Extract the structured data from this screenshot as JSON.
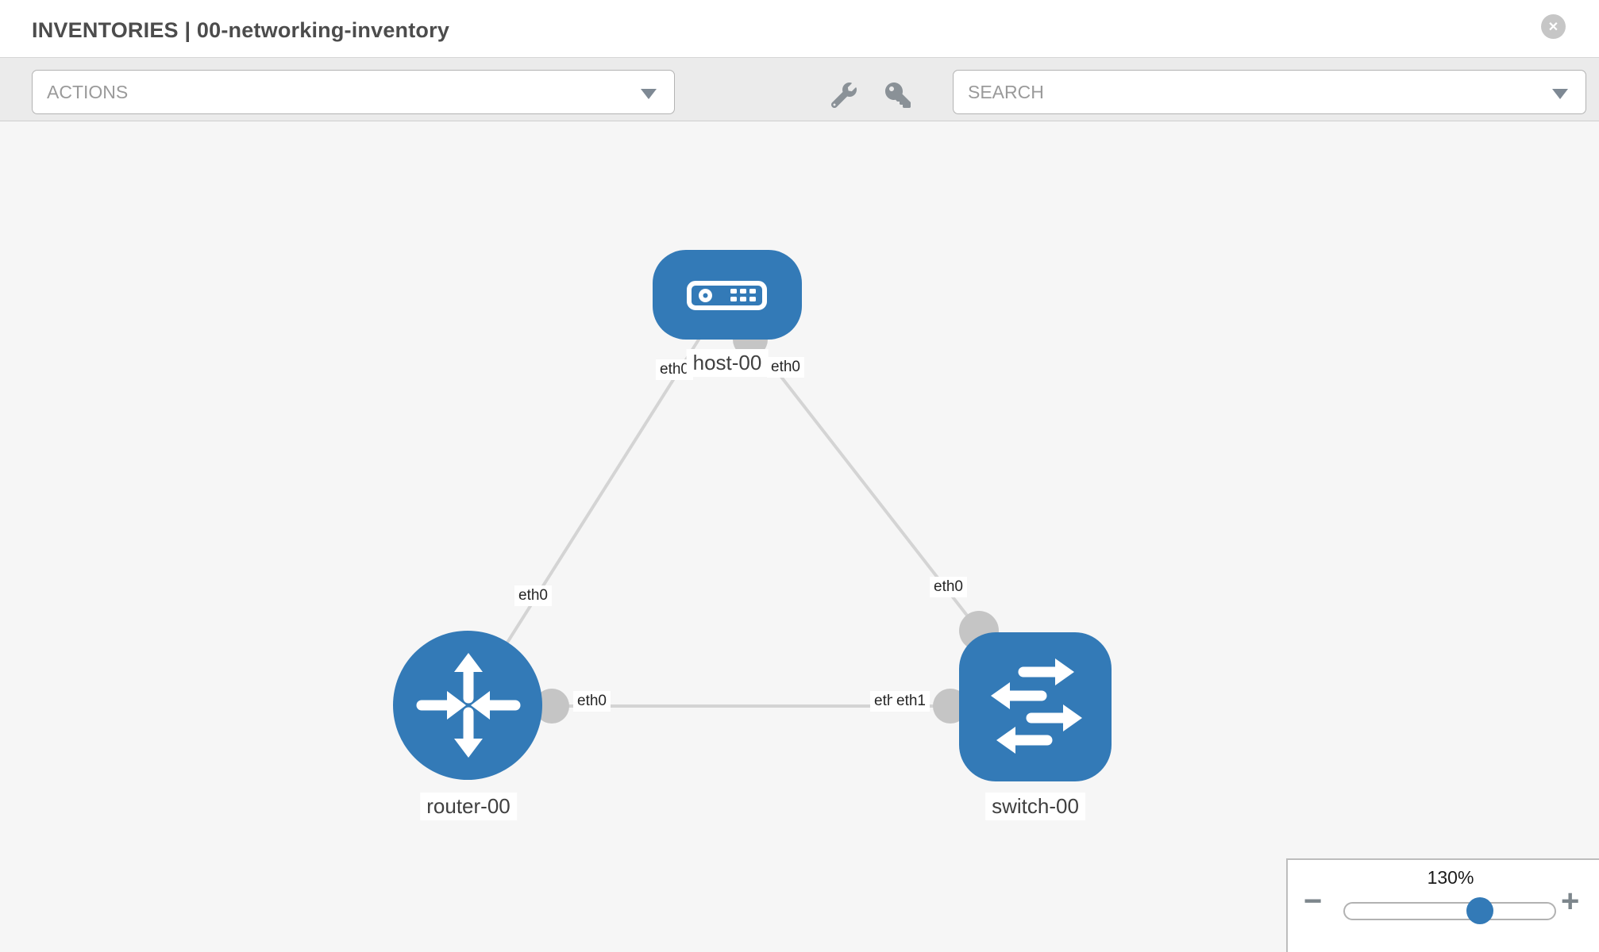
{
  "header": {
    "title": "INVENTORIES | 00-networking-inventory",
    "close_glyph": "✕"
  },
  "toolbar": {
    "actions_dropdown": {
      "label": "ACTIONS"
    },
    "search_dropdown": {
      "label": "SEARCH"
    },
    "icons": [
      "wrench-icon",
      "key-icon"
    ]
  },
  "topology": {
    "nodes": [
      {
        "id": "host-00",
        "type": "host",
        "label": "host-00"
      },
      {
        "id": "router-00",
        "type": "router",
        "label": "router-00"
      },
      {
        "id": "switch-00",
        "type": "switch",
        "label": "switch-00"
      }
    ],
    "links": [
      {
        "from": "router-00",
        "to": "host-00",
        "from_interface": "eth0",
        "to_interface": "eth0"
      },
      {
        "from": "host-00",
        "to": "switch-00",
        "from_interface": "eth0",
        "to_interface": "eth0"
      },
      {
        "from": "router-00",
        "to": "switch-00",
        "from_interface": "eth0",
        "to_interface": "eth1",
        "to_interface_under": "eth0"
      }
    ],
    "colors": {
      "node_fill": "#337ab7",
      "link_stroke": "#d4d4d4",
      "interface_dot": "#c5c5c5",
      "canvas_bg": "#f6f6f6"
    }
  },
  "zoom_panel": {
    "level": "130%",
    "zoom_out_glyph": "−",
    "zoom_in_glyph": "+"
  }
}
